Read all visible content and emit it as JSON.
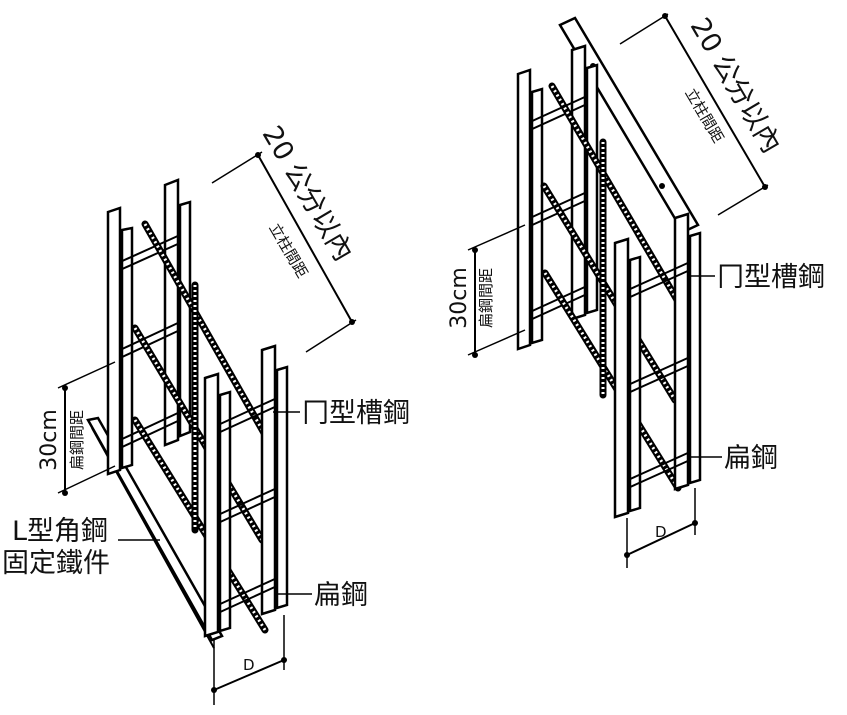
{
  "left": {
    "spacing_label": "20 公分以內",
    "spacing_sub": "立柱間距",
    "height_label": "30cm",
    "height_sub": "扁鋼間距",
    "channel_label": "冂型槽鋼",
    "angle_label": "L型角鋼",
    "fixer_label": "固定鐵件",
    "flat_label": "扁鋼",
    "d_label": "D"
  },
  "right": {
    "spacing_label": "20 公分以內",
    "spacing_sub": "立柱間距",
    "height_label": "30cm",
    "height_sub": "扁鋼間距",
    "channel_label": "冂型槽鋼",
    "flat_label": "扁鋼",
    "d_label": "D"
  }
}
